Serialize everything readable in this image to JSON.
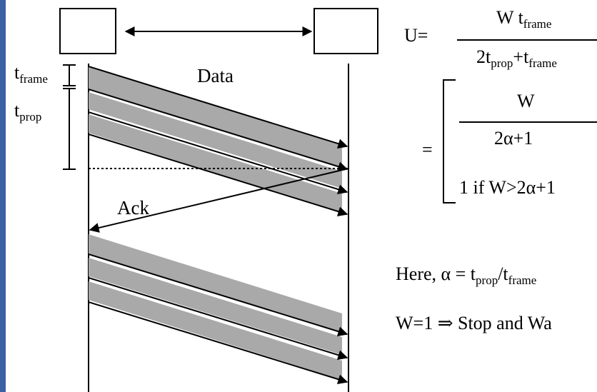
{
  "diagram": {
    "data_label": "Data",
    "ack_label": "Ack",
    "t_frame_label": "t",
    "t_frame_sub": "frame",
    "t_prop_label": "t",
    "t_prop_sub": "prop"
  },
  "formula": {
    "u_label": "U=",
    "num_w": "W t",
    "num_sub": "frame",
    "den_prefix": "2t",
    "den_sub1": "prop",
    "den_plus": "+t",
    "den_sub2": "frame",
    "equals": "=",
    "case_num": "W",
    "case_den": "2α+1",
    "case_else": "1 if W>2α+1",
    "here_prefix": "Here, α = t",
    "here_sub1": "prop",
    "here_slash": "/t",
    "here_sub2": "frame",
    "stop_wait": "W=1 ⇒ Stop and Wa"
  },
  "colors": {
    "frame_fill": "#a9a9a9",
    "line": "#000000",
    "accent_left": "#3d5fa4"
  }
}
